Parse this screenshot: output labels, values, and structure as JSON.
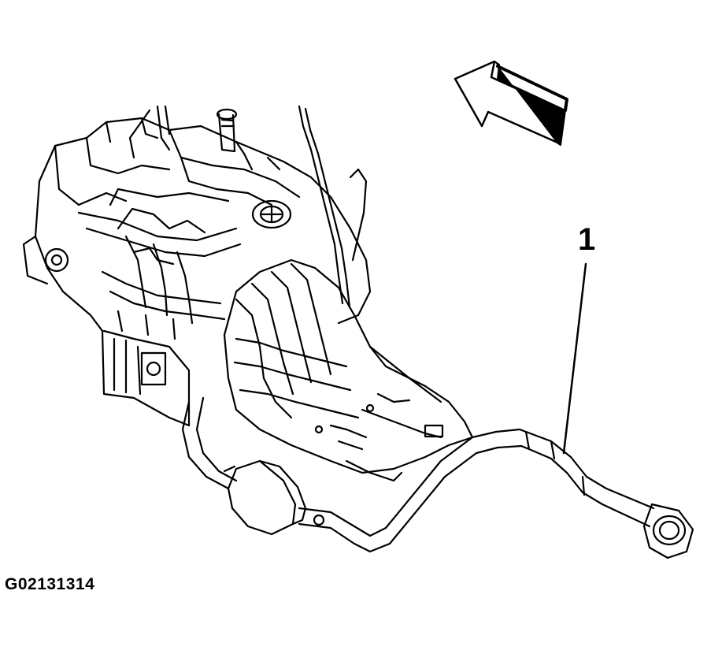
{
  "diagram": {
    "callouts": [
      {
        "id": "1",
        "label": "1"
      }
    ],
    "figure_code": "G02131314",
    "colors": {
      "line": "#000000",
      "background": "#ffffff"
    },
    "icons": [
      "direction-arrow-icon"
    ]
  }
}
